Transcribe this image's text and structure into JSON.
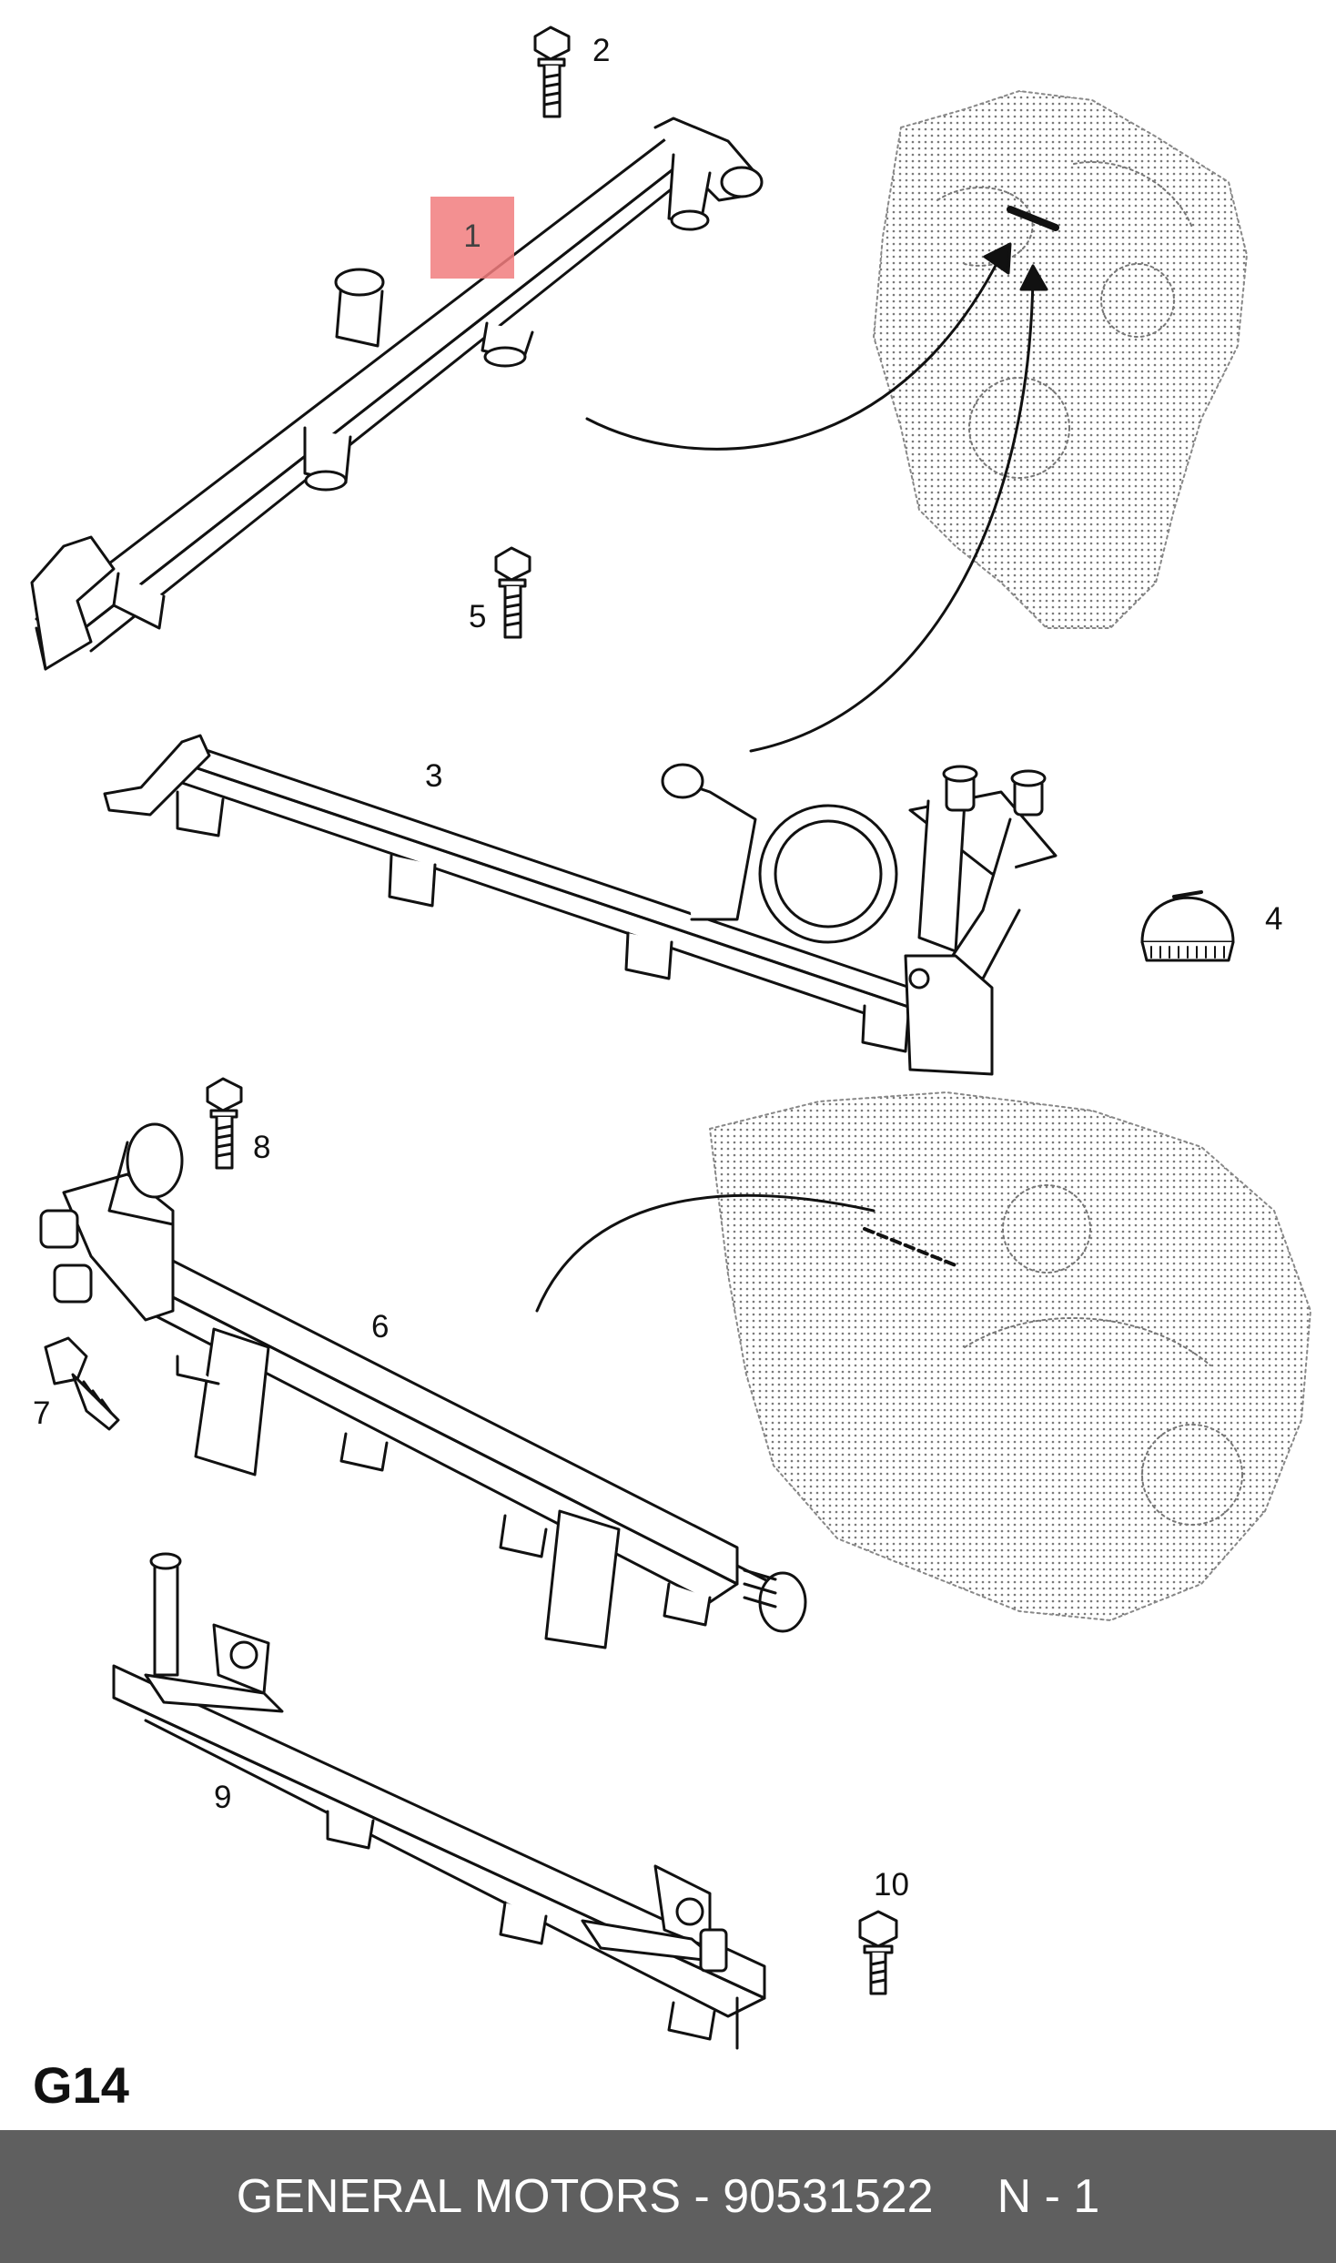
{
  "callouts": {
    "c1": "1",
    "c2": "2",
    "c3": "3",
    "c4": "4",
    "c5": "5",
    "c6": "6",
    "c7": "7",
    "c8": "8",
    "c9": "9",
    "c10": "10"
  },
  "section_code": "G14",
  "footer": {
    "brand_part": "GENERAL MOTORS - 90531522",
    "quantity": "N - 1"
  },
  "colors": {
    "highlight": "#f27d7e",
    "footer_bg": "#5f5f5f",
    "footer_text": "#ffffff",
    "line": "#111111"
  }
}
